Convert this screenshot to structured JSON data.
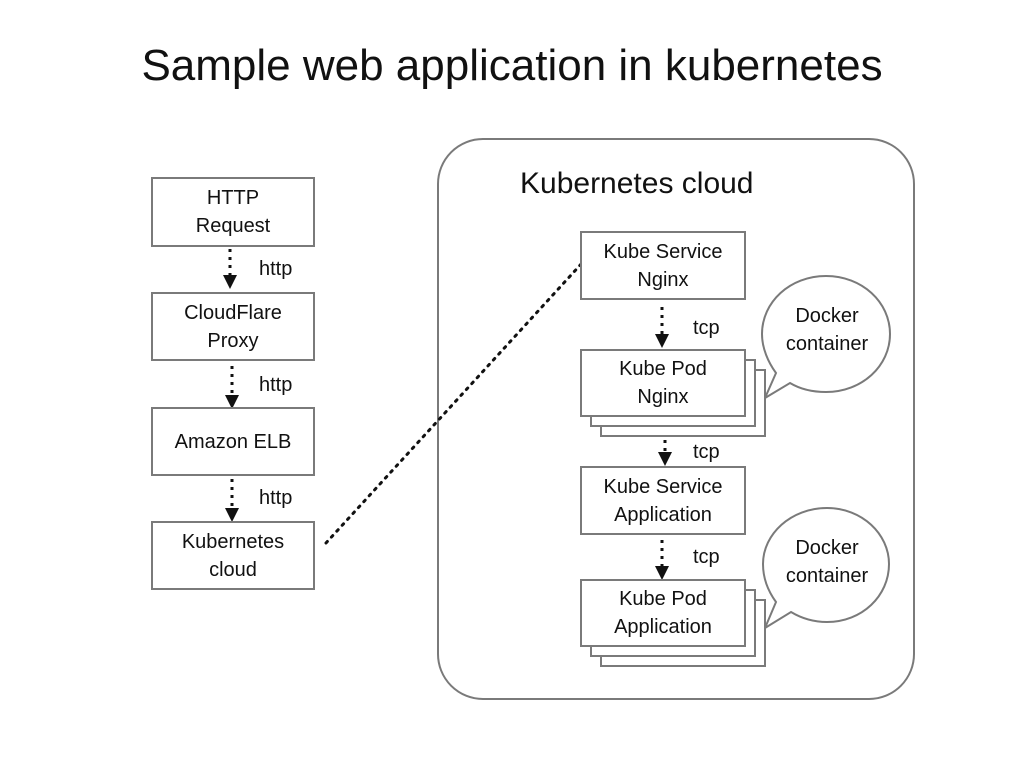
{
  "title": "Sample web application in kubernetes",
  "left_chain": {
    "http_request": "HTTP\nRequest",
    "cloudflare": "CloudFlare\nProxy",
    "amazon_elb": "Amazon ELB",
    "kubernetes_cloud": "Kubernetes\ncloud",
    "arrow_labels": [
      "http",
      "http",
      "http"
    ]
  },
  "cluster": {
    "title": "Kubernetes cloud",
    "service_nginx": "Kube Service\nNginx",
    "pod_nginx": "Kube Pod\nNginx",
    "service_app": "Kube Service\nApplication",
    "pod_app": "Kube Pod\nApplication",
    "arrow_labels": [
      "tcp",
      "tcp",
      "tcp"
    ],
    "bubbles": [
      "Docker\ncontainer",
      "Docker\ncontainer"
    ]
  }
}
